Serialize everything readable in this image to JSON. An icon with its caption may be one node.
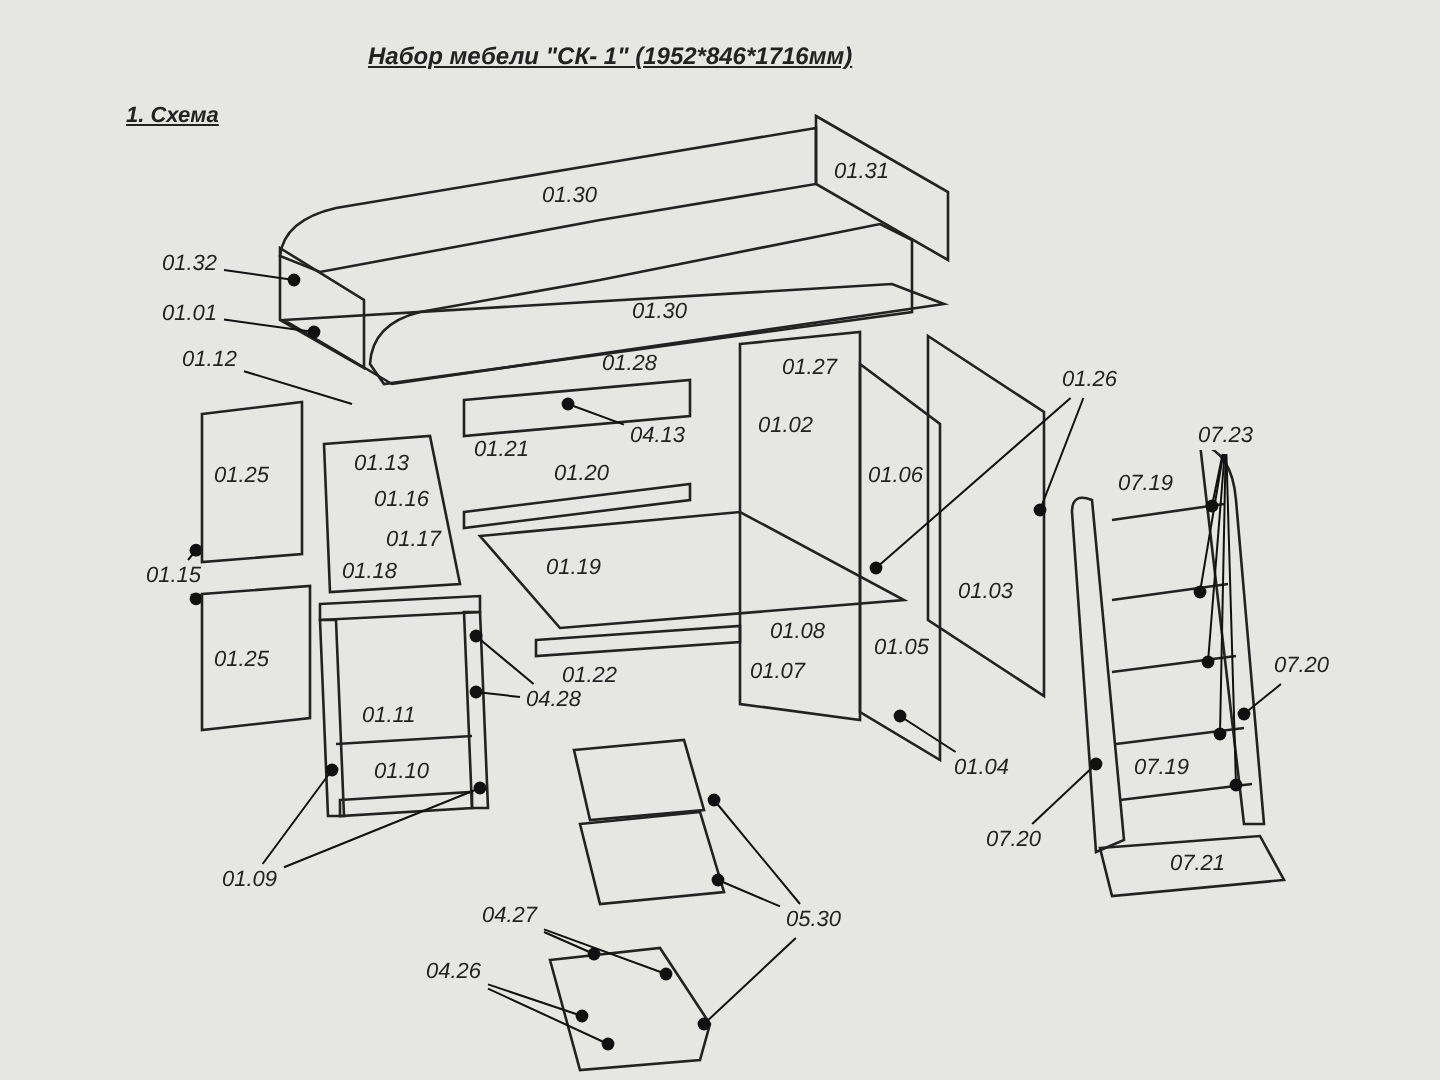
{
  "diagram": {
    "title": "Набор мебели \"СК- 1\" (1952*846*1716мм)",
    "nodes": [
      {
        "text": [
          "01.32"
        ]
      },
      {
        "text": [
          "01.01"
        ]
      },
      {
        "text": [
          "01.12"
        ]
      },
      {
        "text": [
          "01.26"
        ]
      },
      {
        "text": [
          "04.13"
        ]
      },
      {
        "text": [
          "07.23"
        ]
      },
      {
        "text": [
          "01.25"
        ]
      },
      {
        "text": [
          "01.15"
        ]
      },
      {
        "text": [
          "01.25"
        ]
      },
      {
        "text": [
          "07.20"
        ]
      },
      {
        "text": [
          "04.28"
        ]
      },
      {
        "text": [
          "01.04"
        ]
      },
      {
        "text": [
          "07.20"
        ]
      },
      {
        "text": [
          "01.09"
        ]
      },
      {
        "text": [
          "04.27"
        ]
      },
      {
        "text": [
          "05.30"
        ]
      },
      {
        "text": [
          "04.26"
        ]
      }
    ],
    "edges": [
      {
        "from": 0,
        "to": null,
        "arrow": "other"
      },
      {
        "from": 1,
        "to": null,
        "arrow": "other"
      },
      {
        "from": 2,
        "to": null,
        "arrow": "none"
      },
      {
        "from": 3,
        "to": null,
        "arrow": "other"
      },
      {
        "from": 3,
        "to": null,
        "arrow": "other"
      },
      {
        "from": 4,
        "to": null,
        "arrow": "other"
      },
      {
        "from": 5,
        "to": null,
        "arrow": "other"
      },
      {
        "from": 5,
        "to": null,
        "arrow": "other"
      },
      {
        "from": 5,
        "to": null,
        "arrow": "other"
      },
      {
        "from": 5,
        "to": null,
        "arrow": "other"
      },
      {
        "from": 5,
        "to": null,
        "arrow": "other"
      },
      {
        "from": 7,
        "to": 6,
        "arrow": "other"
      },
      {
        "from": 7,
        "to": 8,
        "arrow": "other"
      },
      {
        "from": 9,
        "to": null,
        "arrow": "other"
      },
      {
        "from": 10,
        "to": null,
        "arrow": "other"
      },
      {
        "from": 10,
        "to": null,
        "arrow": "other"
      },
      {
        "from": 11,
        "to": null,
        "arrow": "other"
      },
      {
        "from": 12,
        "to": null,
        "arrow": "other"
      },
      {
        "from": 13,
        "to": null,
        "arrow": "other"
      },
      {
        "from": 13,
        "to": null,
        "arrow": "other"
      },
      {
        "from": 14,
        "to": null,
        "arrow": "other"
      },
      {
        "from": 14,
        "to": null,
        "arrow": "other"
      },
      {
        "from": 15,
        "to": null,
        "arrow": "other"
      },
      {
        "from": 15,
        "to": null,
        "arrow": "other"
      },
      {
        "from": 15,
        "to": null,
        "arrow": "other"
      },
      {
        "from": 16,
        "to": null,
        "arrow": "other"
      },
      {
        "from": 16,
        "to": null,
        "arrow": "other"
      }
    ],
    "labels": [
      "1. Схема",
      "01.30",
      "01.31",
      "01.30",
      "01.27",
      "01.28",
      "01.06",
      "01.02",
      "01.13",
      "01.21",
      "01.03",
      "01.20",
      "01.16",
      "07.19",
      "01.17",
      "01.19",
      "01.18",
      "01.08",
      "01.22",
      "01.07",
      "01.05",
      "01.11",
      "01.10",
      "07.19",
      "07.21"
    ]
  }
}
